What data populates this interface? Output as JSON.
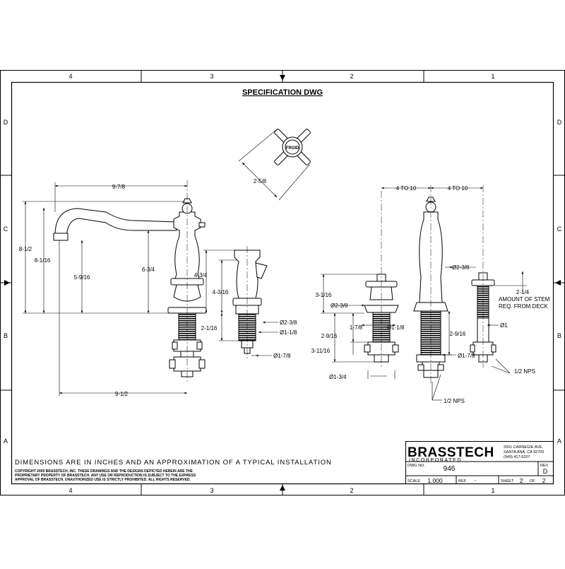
{
  "title": "SPECIFICATION DWG",
  "zones": {
    "cols": [
      "4",
      "3",
      "2",
      "1"
    ],
    "rows": [
      "D",
      "C",
      "B",
      "A"
    ]
  },
  "note": "DIMENSIONS ARE IN INCHES AND AN APPROXIMATION OF A TYPICAL INSTALLATION",
  "copyright": [
    "COPYRIGHT 2005 BRASSTECH, INC. THESE DRAWINGS AND THE DESIGNS DEPICTED HEREIN ARE THE",
    "PROPRIETARY PROPERTY OF BRASSTECH. ANY USE OR REPRODUCTION IS SUBJECT TO THE EXPRESS",
    "APPROVAL OF BRASSTECH. UNAUTHORIZED USE IS STRICTLY PROHIBITED. ALL RIGHTS RESERVED."
  ],
  "title_block": {
    "company": "BRASSTECH",
    "company_sub": "INCORPORATED",
    "address": [
      "2001 CARNEGIE AVE.",
      "SANTA ANA, CA 92705",
      "(949) 417-5207"
    ],
    "dwg_no_label": "DWG NO.",
    "dwg_no": "946",
    "rev_label": "REV",
    "rev": "D",
    "scale_label": "SCALE",
    "scale": "1.000",
    "ref_label": "REF.",
    "ref": "-",
    "sheet_label": "SHEET",
    "sheet": "2",
    "of_label": "OF",
    "of": "2"
  },
  "handle_stamp": "FROID",
  "dims": {
    "spout_reach": "9-7/8",
    "base_to_spout": "9-1/2",
    "overall_height": "8-1/2",
    "height_to_spout": "8-1/16",
    "spout_clearance": "5-9/16",
    "spout_height_right": "6-3/4",
    "handle_span": "2-5/8",
    "spray_height": "4-3/4",
    "spray_height_inner": "4-3/16",
    "spray_shank": "2-1/16",
    "spray_dia": "Ø2-3/8",
    "spray_shank_dia": "Ø1-1/8",
    "spray_nut_dia": "Ø1-7/8",
    "spread_left": "4 TO 10",
    "spread_right": "4 TO 10",
    "valve_height": "3-1/16",
    "valve_dia": "Ø2-3/8",
    "valve_shank_len": "1-7/8",
    "valve_shank_dia": "Ø1-1/8",
    "valve_body_len": "2-9/16",
    "valve_total": "3-11/16",
    "valve_base_dia": "Ø1-3/4",
    "center_dia": "Ø2-3/8",
    "center_shank_len": "2-9/16",
    "center_nut_dia": "Ø1-7/8",
    "stem_len": "2-1/4",
    "stem_note": [
      "AMOUNT OF STEM",
      "REQ. FROM DECK"
    ],
    "stem_dia": "Ø1",
    "nps_center": "1/2 NPS",
    "nps_right": "1/2 NPS"
  }
}
